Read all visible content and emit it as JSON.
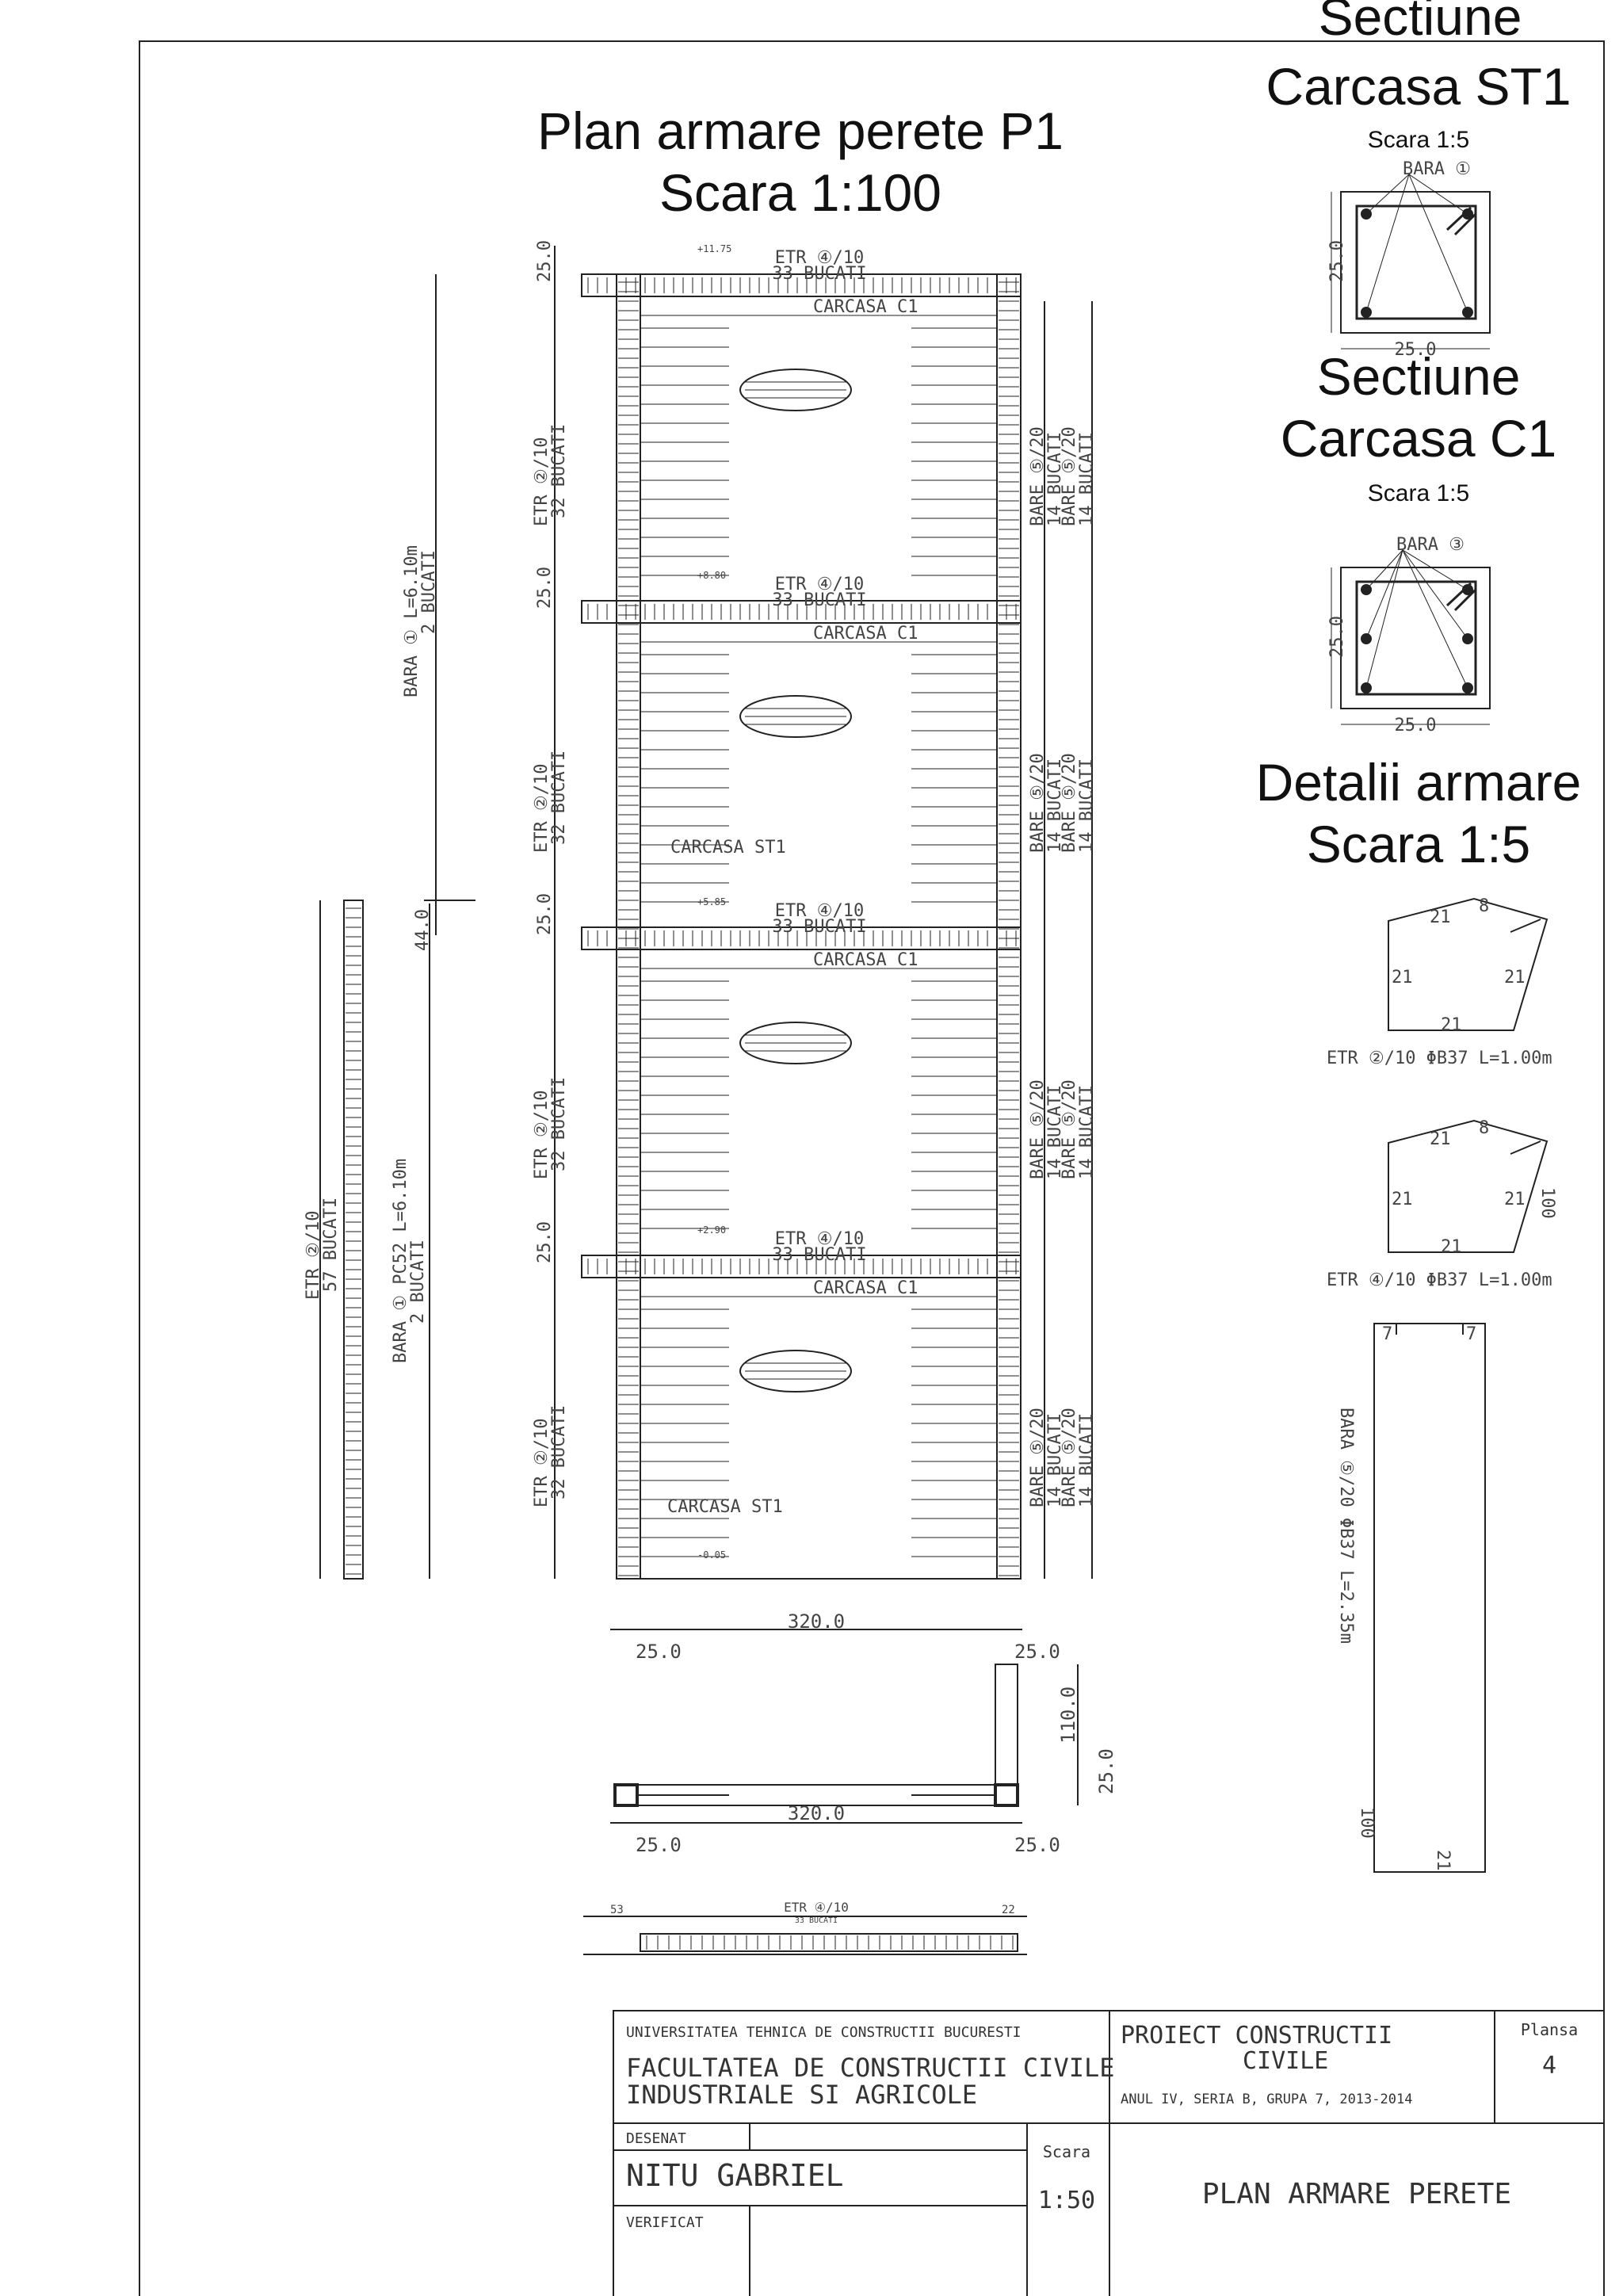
{
  "titles": {
    "plan_line1": "Plan armare perete P1",
    "plan_line2": "Scara 1:100",
    "st1_partial": "Sectiune",
    "st1_title": "Carcasa ST1",
    "st1_scale": "Scara 1:5",
    "c1_line1": "Sectiune",
    "c1_line2": "Carcasa C1",
    "c1_scale": "Scara 1:5",
    "details_line1": "Detalii armare",
    "details_line2": "Scara 1:5"
  },
  "plan": {
    "bar_top_label": "ETR ④/10",
    "bar_count": "33 BUCATI",
    "carcasa_c1": "CARCASA C1",
    "carcasa_st1": "CARCASA ST1",
    "etr2_label": "ETR ②/10",
    "etr2_count": "32 BUCATI",
    "bare5_label": "BARE ⑤/20",
    "bare5_count": "14 BUCATI",
    "dim_25": "25.0",
    "levels": [
      "+11.75",
      "+8.80",
      "+5.85",
      "+2.90",
      "-0.05"
    ],
    "bara1_label": "BARA ① L=6.10m",
    "bara1_count": "2 BUCATI",
    "dim_44": "44.0",
    "etr2_57_label": "ETR ②/10",
    "etr2_57_count": "57 BUCATI",
    "bara1_pc52_label": "BARA ① PC52 L=6.10m",
    "bara1_pc52_count": "2 BUCATI"
  },
  "section": {
    "dim_320": "320.0",
    "dim_25": "25.0",
    "dim_110": "110.0",
    "strip_left": "53",
    "strip_right": "22",
    "strip_label": "ETR ④/10",
    "strip_count": "33 BUCATI"
  },
  "st1": {
    "bar_label": "BARA ①",
    "dim": "25.0"
  },
  "c1": {
    "bar_label": "BARA ③",
    "dim": "25.0"
  },
  "details": {
    "etr2_caption": "ETR ②/10 ΦB37 L=1.00m",
    "etr4_caption": "ETR ④/10 ΦB37 L=1.00m",
    "side_21": "21",
    "hook_8": "8",
    "dim_100": "100",
    "bara5_caption": "BARA ⑤/20 ΦB37 L=2.35m",
    "dim_7": "7"
  },
  "title_block": {
    "university": "UNIVERSITATEA TEHNICA DE CONSTRUCTII BUCURESTI",
    "faculty_line1": "FACULTATEA DE CONSTRUCTII CIVILE",
    "faculty_line2": "INDUSTRIALE SI AGRICOLE",
    "project_line1": "PROIECT CONSTRUCTII",
    "project_line2": "CIVILE",
    "series": "ANUL IV, SERIA B, GRUPA 7, 2013-2014",
    "plansa_label": "Plansa",
    "plansa_number": "4",
    "desenat_label": "DESENAT",
    "drawn_by": "NITU GABRIEL",
    "verificat_label": "VERIFICAT",
    "scara_label": "Scara",
    "scara_value": "1:50",
    "drawing_title": "PLAN ARMARE PERETE"
  }
}
